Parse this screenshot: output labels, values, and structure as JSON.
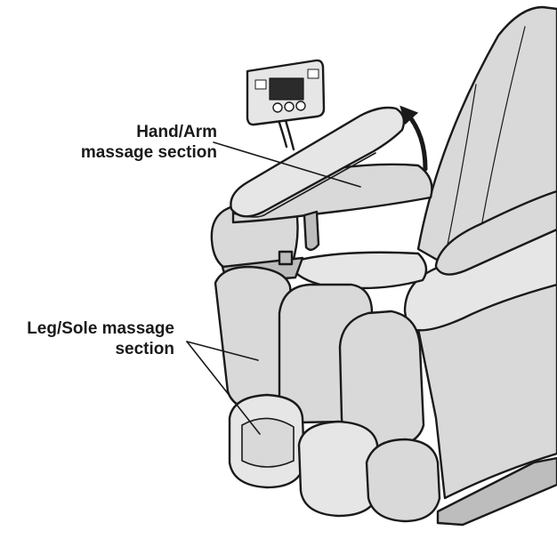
{
  "labels": {
    "hand_arm": {
      "line1": "Hand/Arm",
      "line2": "massage section"
    },
    "leg_sole": {
      "line1": "Leg/Sole massage",
      "line2": "section"
    }
  },
  "colors": {
    "outline": "#1a1a1a",
    "fill": "#d9d9d9",
    "fill_light": "#e6e6e6",
    "fill_dark": "#bdbdbd",
    "screen": "#2b2b2b",
    "background": "#ffffff"
  }
}
